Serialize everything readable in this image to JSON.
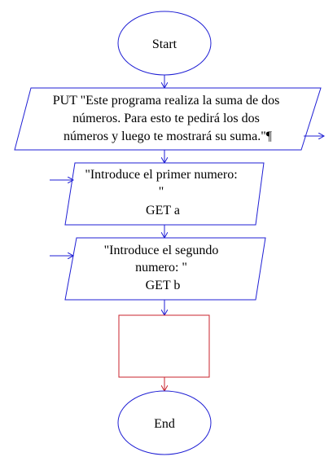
{
  "flowchart": {
    "start": {
      "label": "Start"
    },
    "output_put": {
      "lines": [
        "PUT \"Este programa realiza la suma de dos",
        "números. Para esto te pedirá los dos",
        "números y luego te mostrará su suma.\"¶"
      ]
    },
    "input_a": {
      "lines": [
        "\"Introduce el primer numero:",
        "\"",
        "GET a"
      ]
    },
    "input_b": {
      "lines": [
        "\"Introduce el segundo",
        "numero: \"",
        "GET b"
      ]
    },
    "process": {
      "label": ""
    },
    "end": {
      "label": "End"
    }
  },
  "colors": {
    "flow_blue": "#1f1fd4",
    "process_red": "#c8232d",
    "text": "#000000",
    "background": "#ffffff"
  }
}
